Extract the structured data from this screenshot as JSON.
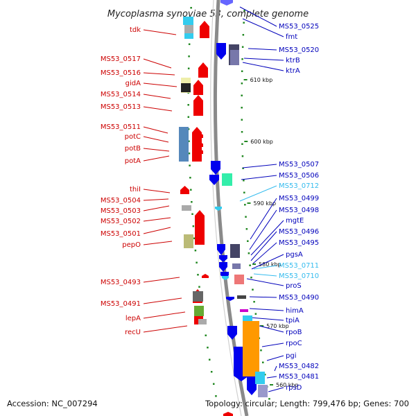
{
  "title": "Mycoplasma synoviae 53, complete genome",
  "footer": {
    "accession": "Accession: NC_007294",
    "summary": "Topology: circular; Length: 799,476 bp; Genes: 700"
  },
  "colors": {
    "forward_gene": "#ee0000",
    "reverse_gene": "#0000ee",
    "trna": "#33ccee",
    "label_red": "#cc0000",
    "label_blue": "#0000bb",
    "label_cyan": "#33bbee",
    "backbone": "#888888",
    "tick": "#228822"
  },
  "scale_marks": [
    {
      "label": "610 kbp"
    },
    {
      "label": "600 kbp"
    },
    {
      "label": "590 kbp"
    },
    {
      "label": "580 kbp"
    },
    {
      "label": "570 kbp"
    },
    {
      "label": "560 kbp"
    }
  ],
  "left_labels": [
    "tdk",
    "MS53_0517",
    "MS53_0516",
    "gidA",
    "MS53_0514",
    "MS53_0513",
    "MS53_0511",
    "potC",
    "potB",
    "potA",
    "thiI",
    "MS53_0504",
    "MS53_0503",
    "MS53_0502",
    "MS53_0501",
    "pepO",
    "MS53_0493",
    "MS53_0491",
    "lepA",
    "recU"
  ],
  "right_labels": [
    {
      "text": "MS53_0525",
      "color": "blue"
    },
    {
      "text": "fmt",
      "color": "blue"
    },
    {
      "text": "MS53_0520",
      "color": "blue"
    },
    {
      "text": "ktrB",
      "color": "blue"
    },
    {
      "text": "ktrA",
      "color": "blue"
    },
    {
      "text": "MS53_0507",
      "color": "blue"
    },
    {
      "text": "MS53_0506",
      "color": "blue"
    },
    {
      "text": "MS53_0712",
      "color": "cyan"
    },
    {
      "text": "MS53_0499",
      "color": "blue"
    },
    {
      "text": "MS53_0498",
      "color": "blue"
    },
    {
      "text": "mgtE",
      "color": "blue"
    },
    {
      "text": "MS53_0496",
      "color": "blue"
    },
    {
      "text": "MS53_0495",
      "color": "blue"
    },
    {
      "text": "pgsA",
      "color": "blue"
    },
    {
      "text": "MS53_0711",
      "color": "cyan"
    },
    {
      "text": "MS53_0710",
      "color": "cyan"
    },
    {
      "text": "proS",
      "color": "blue"
    },
    {
      "text": "MS53_0490",
      "color": "blue"
    },
    {
      "text": "himA",
      "color": "blue"
    },
    {
      "text": "tpiA",
      "color": "blue"
    },
    {
      "text": "rpoB",
      "color": "blue"
    },
    {
      "text": "rpoC",
      "color": "blue"
    },
    {
      "text": "pgi",
      "color": "blue"
    },
    {
      "text": "MS53_0482",
      "color": "blue"
    },
    {
      "text": "MS53_0481",
      "color": "blue"
    },
    {
      "text": "rpsD",
      "color": "blue"
    }
  ]
}
